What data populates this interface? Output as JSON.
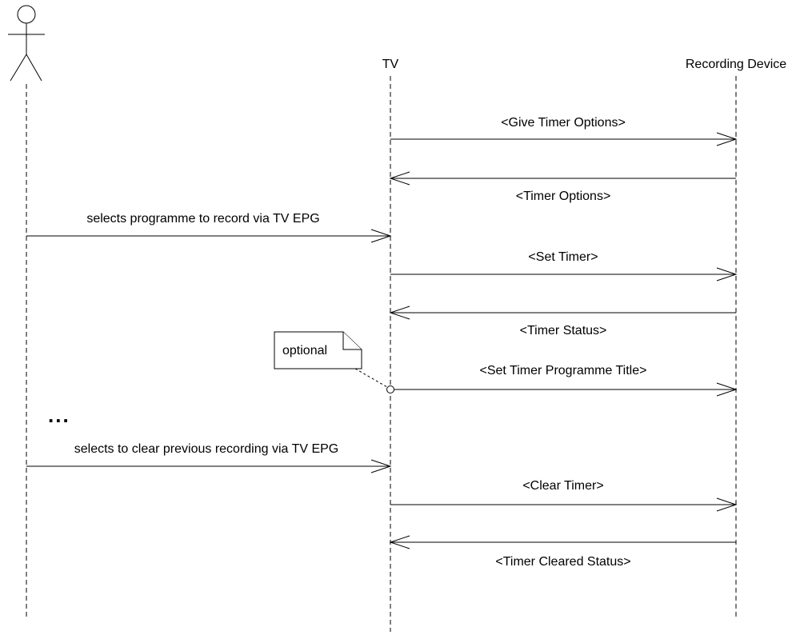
{
  "participants": {
    "user": "",
    "tv": "TV",
    "recorder": "Recording Device"
  },
  "messages": [
    "<Give Timer Options>",
    "<Timer Options>",
    "selects programme to record via TV EPG",
    "<Set Timer>",
    "<Timer Status>",
    "<Set Timer Programme Title>",
    "selects to clear previous recording via TV EPG",
    "<Clear Timer>",
    "<Timer Cleared Status>"
  ],
  "note": {
    "text": "optional"
  },
  "gap_marker": "..."
}
